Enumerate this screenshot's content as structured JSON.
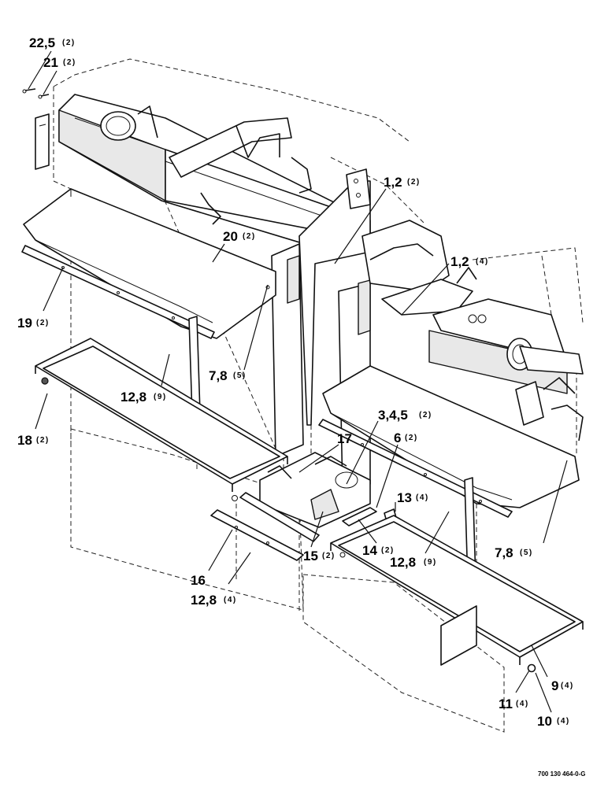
{
  "labels": [
    {
      "id": "c1",
      "num": "22,5",
      "qty": "(2)"
    },
    {
      "id": "c2",
      "num": "21",
      "qty": "(2)"
    },
    {
      "id": "c3",
      "num": "20",
      "qty": "(2)"
    },
    {
      "id": "c4",
      "num": "19",
      "qty": "(2)"
    },
    {
      "id": "c5",
      "num": "18",
      "qty": "(2)"
    },
    {
      "id": "c6",
      "num": "12,8",
      "qty": "(9)"
    },
    {
      "id": "c7",
      "num": "7,8",
      "qty": "(5)"
    },
    {
      "id": "c8",
      "num": "1,2",
      "qty": "(2)"
    },
    {
      "id": "c9",
      "num": "1,2",
      "qty": "(4)"
    },
    {
      "id": "c10",
      "num": "3,4,5",
      "qty": "(2)"
    },
    {
      "id": "c11",
      "num": "17",
      "qty": ""
    },
    {
      "id": "c12",
      "num": "6",
      "qty": "(2)"
    },
    {
      "id": "c13",
      "num": "13",
      "qty": "(4)"
    },
    {
      "id": "c14",
      "num": "14",
      "qty": "(2)"
    },
    {
      "id": "c15",
      "num": "15",
      "qty": "(2)"
    },
    {
      "id": "c16",
      "num": "16",
      "qty": ""
    },
    {
      "id": "c17",
      "num": "12,8",
      "qty": "(4)"
    },
    {
      "id": "c18",
      "num": "12,8",
      "qty": "(9)"
    },
    {
      "id": "c19",
      "num": "7,8",
      "qty": "(5)"
    },
    {
      "id": "c20",
      "num": "9",
      "qty": "(4)"
    },
    {
      "id": "c21",
      "num": "11",
      "qty": "(4)"
    },
    {
      "id": "c22",
      "num": "10",
      "qty": "(4)"
    }
  ],
  "reference_number": "700 130 464-0-G"
}
